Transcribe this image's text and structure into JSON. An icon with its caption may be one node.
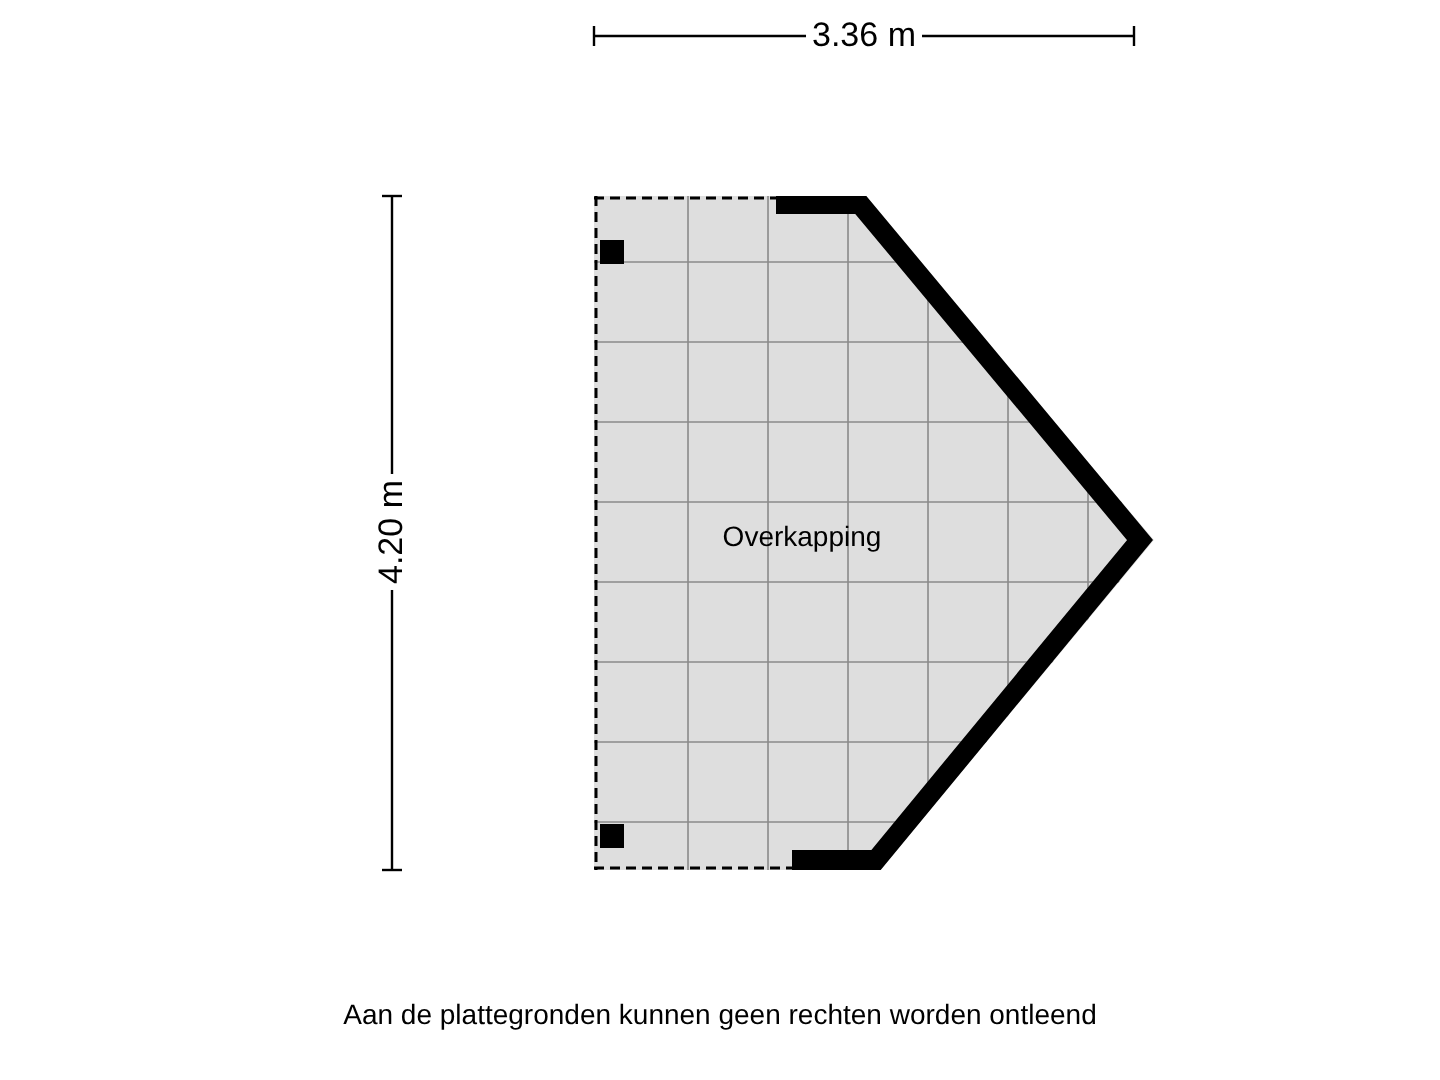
{
  "diagram": {
    "caption": "Aan de plattegronden kunnen geen rechten worden ontleend",
    "nodes": [
      {
        "text": [
          "Overkapping"
        ]
      }
    ],
    "labels": [
      "3.36 m",
      "4.20 m"
    ]
  }
}
